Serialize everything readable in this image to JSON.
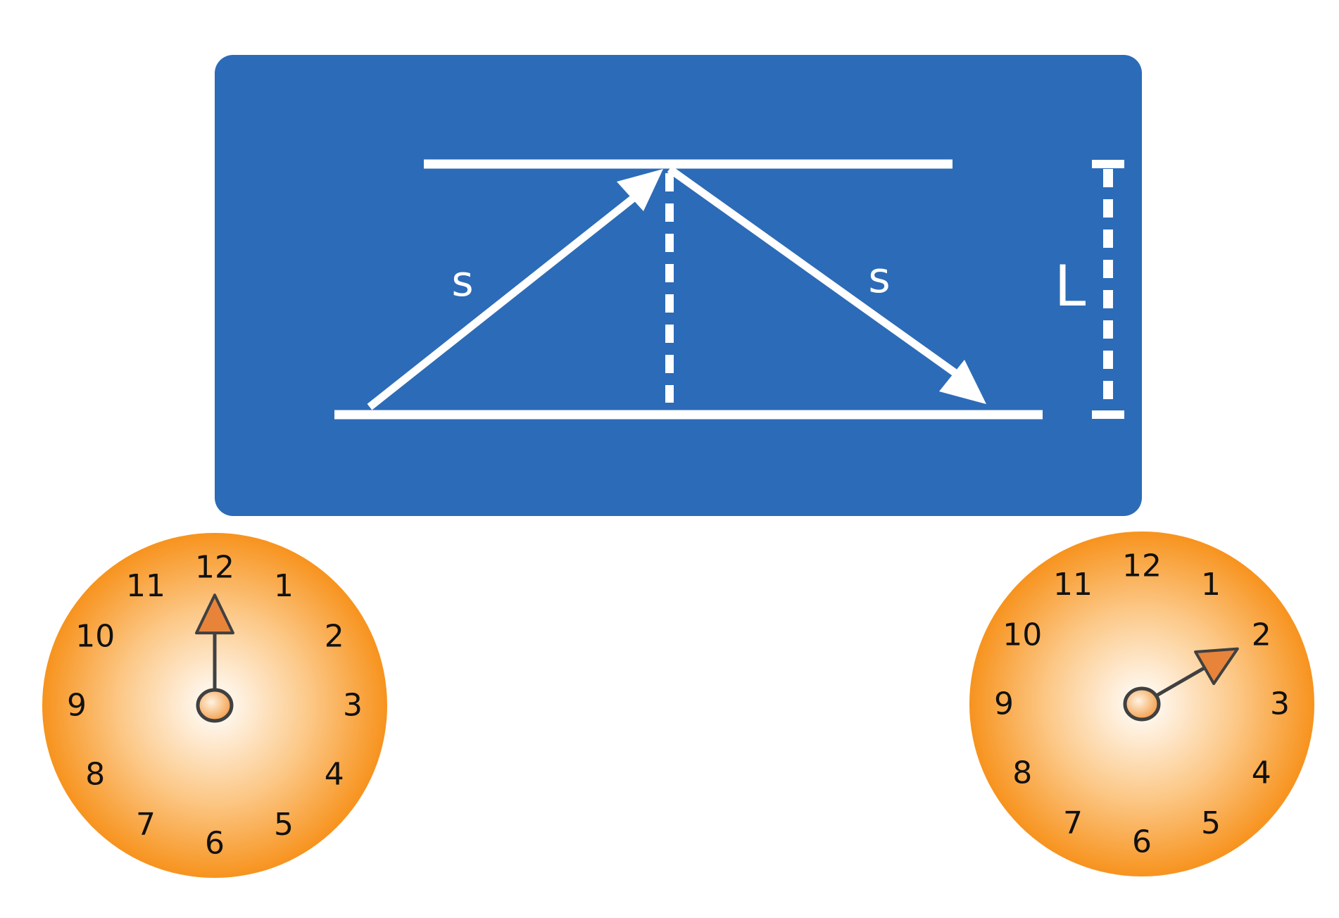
{
  "panel": {
    "background_color": "#2c6bb7",
    "line_color": "#ffffff"
  },
  "labels": {
    "path_up": "s",
    "path_down": "s",
    "mirror_distance": "L"
  },
  "clocks": {
    "face_color": "#f7931e",
    "hand_color": "#e8843a",
    "numbers": [
      "12",
      "1",
      "2",
      "3",
      "4",
      "5",
      "6",
      "7",
      "8",
      "9",
      "10",
      "11"
    ],
    "left": {
      "hand_hour": 12
    },
    "right": {
      "hand_hour": 2
    }
  },
  "icons": {
    "arrow_up": "arrow-up-right-icon",
    "arrow_down": "arrow-down-right-icon",
    "clock": "clock-icon"
  }
}
